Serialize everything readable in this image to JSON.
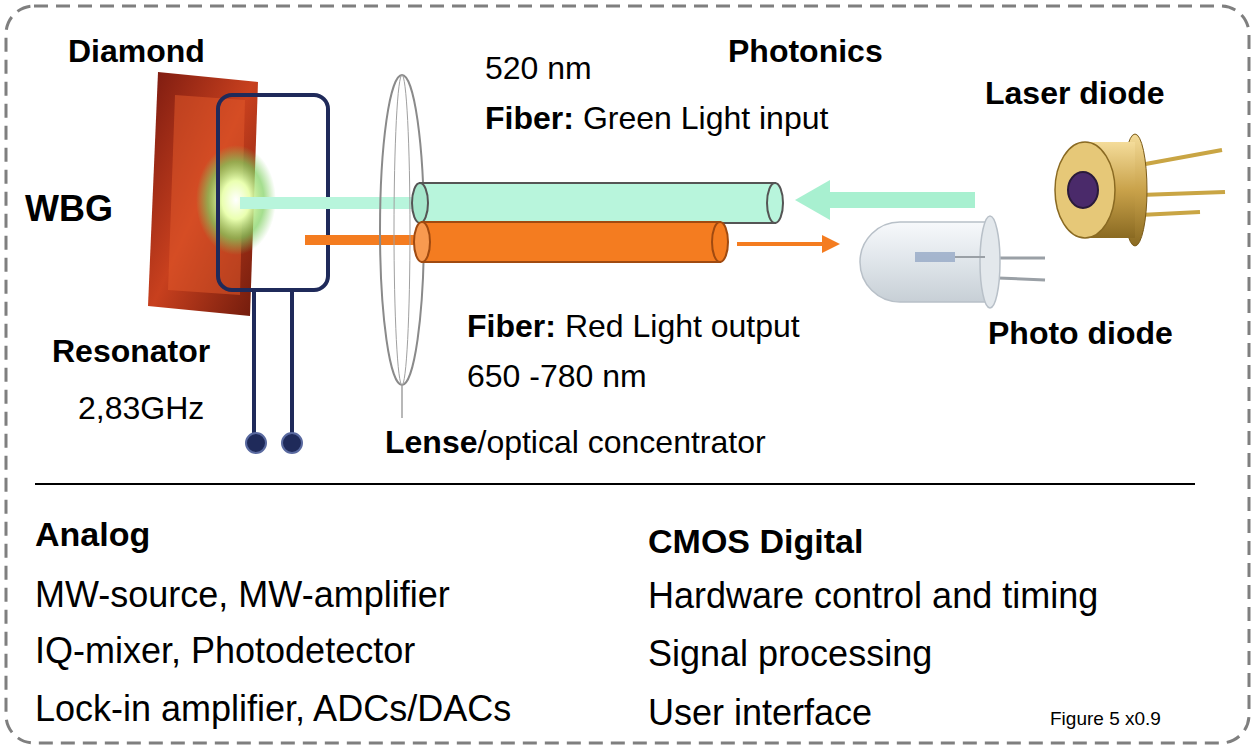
{
  "diagram": {
    "labels": [
      "Diamond",
      "Photonics",
      "520 nm",
      "Fiber:",
      "Green Light input",
      "Laser diode",
      "WBG",
      "Resonator",
      "2,83GHz",
      "Fiber:",
      "Red Light output",
      "650 -780 nm",
      "Photo diode",
      "Lense",
      "/optical concentrator",
      "Analog",
      "MW-source, MW-amplifier",
      "IQ-mixer, Photodetector",
      "Lock-in amplifier, ADCs/DACs",
      "CMOS Digital",
      "Hardware control and timing",
      "Signal processing",
      "User interface",
      "Figure 5 x0.9"
    ]
  }
}
